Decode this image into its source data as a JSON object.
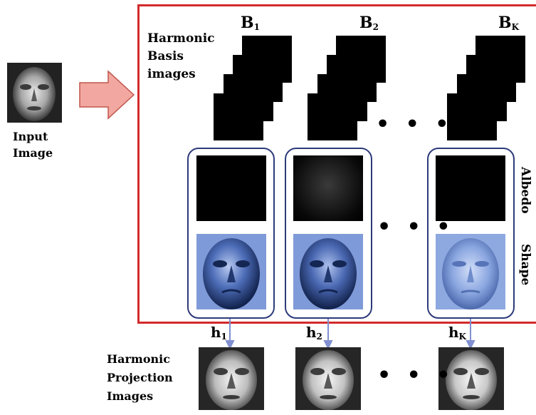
{
  "input": {
    "label_line1": "Input",
    "label_line2": "Image"
  },
  "basis": {
    "heading_line1": "Harmonic",
    "heading_line2": "Basis",
    "heading_line3": "images",
    "columns": [
      {
        "symbol": "B",
        "subscript": "1"
      },
      {
        "symbol": "B",
        "subscript": "2"
      },
      {
        "symbol": "B",
        "subscript": "K"
      }
    ]
  },
  "side_labels": {
    "albedo": "Albedo",
    "shape": "Shape"
  },
  "projection": {
    "heading_line1": "Harmonic",
    "heading_line2": "Projection",
    "heading_line3": "Images",
    "outputs": [
      {
        "symbol": "h",
        "subscript": "1"
      },
      {
        "symbol": "h",
        "subscript": "2"
      },
      {
        "symbol": "h",
        "subscript": "K"
      }
    ]
  },
  "ellipsis": "• • •",
  "colors": {
    "frame": "#d42a2a",
    "group_border": "#2d3a7a",
    "arrow_fill": "#f2a8a0",
    "arrow_stroke": "#c0564c",
    "connector": "#8090d0"
  }
}
